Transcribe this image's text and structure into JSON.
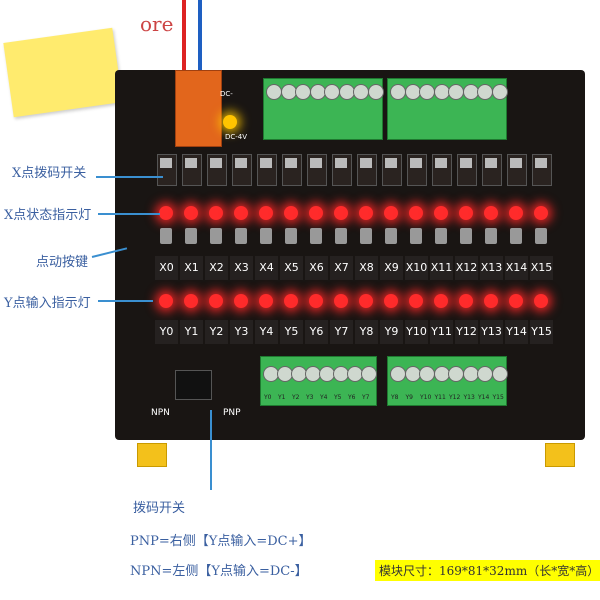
{
  "header_fragment": "ore",
  "callouts": {
    "x_dip_switch": "X点拨码开关",
    "x_status_led": "X点状态指示灯",
    "momentary_button": "点动按键",
    "y_input_led": "Y点输入指示灯"
  },
  "dip_switch_note": {
    "title": "拨码开关",
    "pnp": "PNP=右侧【Y点输入=DC+】",
    "npn": "NPN=左侧【Y点输入=DC-】"
  },
  "size_badge": "模块尺寸：169*81*32mm（长*宽*高）",
  "x_channels": [
    "X0",
    "X1",
    "X2",
    "X3",
    "X4",
    "X5",
    "X6",
    "X7",
    "X8",
    "X9",
    "X10",
    "X11",
    "X12",
    "X13",
    "X14",
    "X15"
  ],
  "y_channels": [
    "Y0",
    "Y1",
    "Y2",
    "Y3",
    "Y4",
    "Y5",
    "Y6",
    "Y7",
    "Y8",
    "Y9",
    "Y10",
    "Y11",
    "Y12",
    "Y13",
    "Y14",
    "Y15"
  ],
  "board_labels": {
    "power_minus": "DC-",
    "power_voltage": "DC-4V",
    "npn_arrow": "NPN",
    "pnp_arrow": "PNP"
  },
  "bottom_terminal_labels": [
    "Y0",
    "Y1",
    "Y2",
    "Y3",
    "Y4",
    "Y5",
    "Y6",
    "Y7",
    "Y8",
    "Y9",
    "Y10",
    "Y11",
    "Y12",
    "Y13",
    "Y14",
    "Y15"
  ],
  "colors": {
    "led": "#ff2b2b",
    "terminal": "#3cb554",
    "callout_text": "#3a5fa0",
    "callout_line": "#3a8fd0",
    "badge": "#ffff00",
    "din_foot": "#f3c11b"
  }
}
